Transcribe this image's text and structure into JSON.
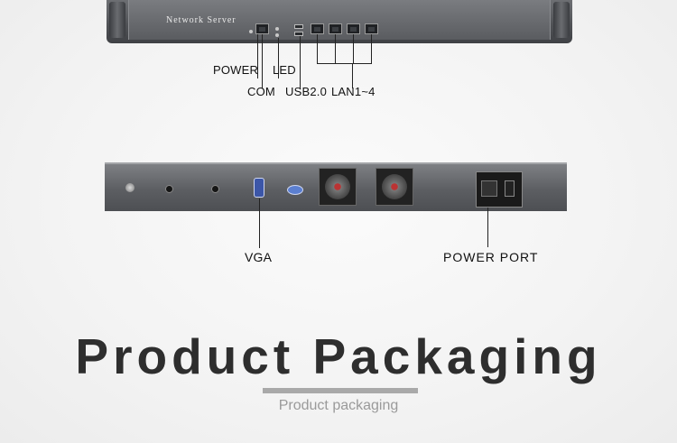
{
  "front_panel": {
    "title": "Network  Server"
  },
  "callouts": {
    "power": "POWER",
    "led": "LED",
    "com": "COM",
    "usb": "USB2.0",
    "lan": "LAN1~4",
    "vga": "VGA",
    "power_port": "POWER PORT"
  },
  "heading": {
    "title": "Product Packaging",
    "subtitle": "Product packaging"
  }
}
